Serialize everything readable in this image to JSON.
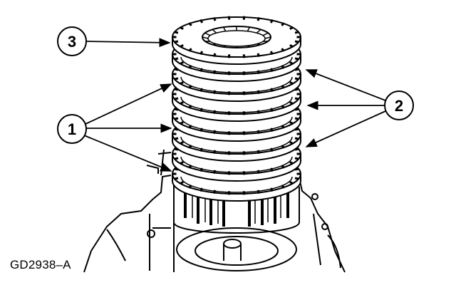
{
  "diagram": {
    "callouts": [
      {
        "id": "callout-3",
        "label": "3"
      },
      {
        "id": "callout-2",
        "label": "2"
      },
      {
        "id": "callout-1",
        "label": "1"
      }
    ],
    "figure_code": "GD2938–A"
  },
  "colors": {
    "ink": "#000000",
    "paper": "#ffffff"
  }
}
